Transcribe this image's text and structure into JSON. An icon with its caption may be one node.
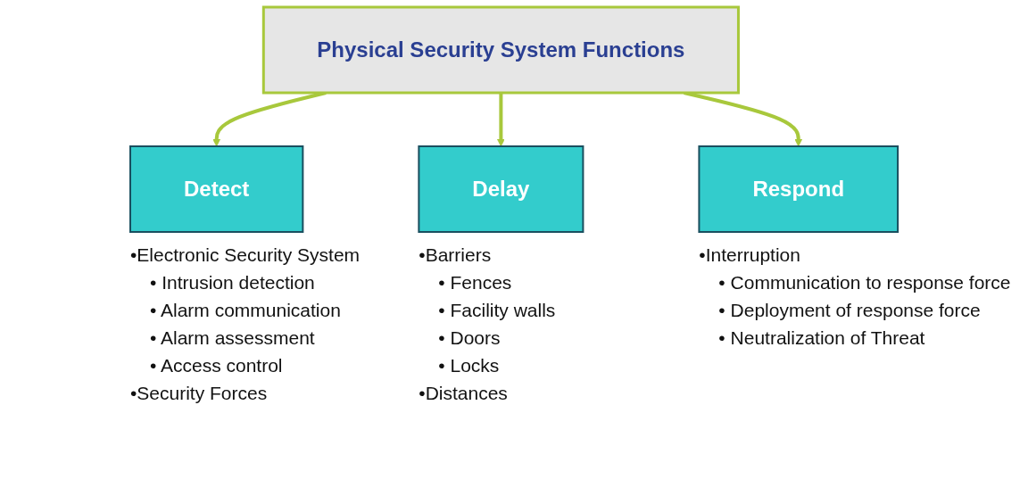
{
  "diagram": {
    "nodes": [
      {
        "text": [
          "Physical Security System Functions"
        ]
      },
      {
        "text": [
          "Detect"
        ],
        "beside": [
          "•Electronic Security System",
          "• Intrusion detection",
          "• Alarm communication",
          "• Alarm assessment",
          "• Access control",
          "•Security Forces"
        ]
      },
      {
        "text": [
          "Delay"
        ],
        "beside": [
          "•Barriers",
          "• Fences",
          "• Facility walls",
          "• Doors",
          "• Locks",
          "•Distances"
        ]
      },
      {
        "text": [
          "Respond"
        ],
        "beside": [
          "•Interruption",
          "• Communication to response force",
          "• Deployment of response force",
          "• Neutralization of Threat"
        ]
      }
    ],
    "edges": [
      {
        "from": 0,
        "to": 1,
        "arrow": "to"
      },
      {
        "from": 0,
        "to": 2,
        "arrow": "to"
      },
      {
        "from": 0,
        "to": 3,
        "arrow": "to"
      }
    ]
  }
}
